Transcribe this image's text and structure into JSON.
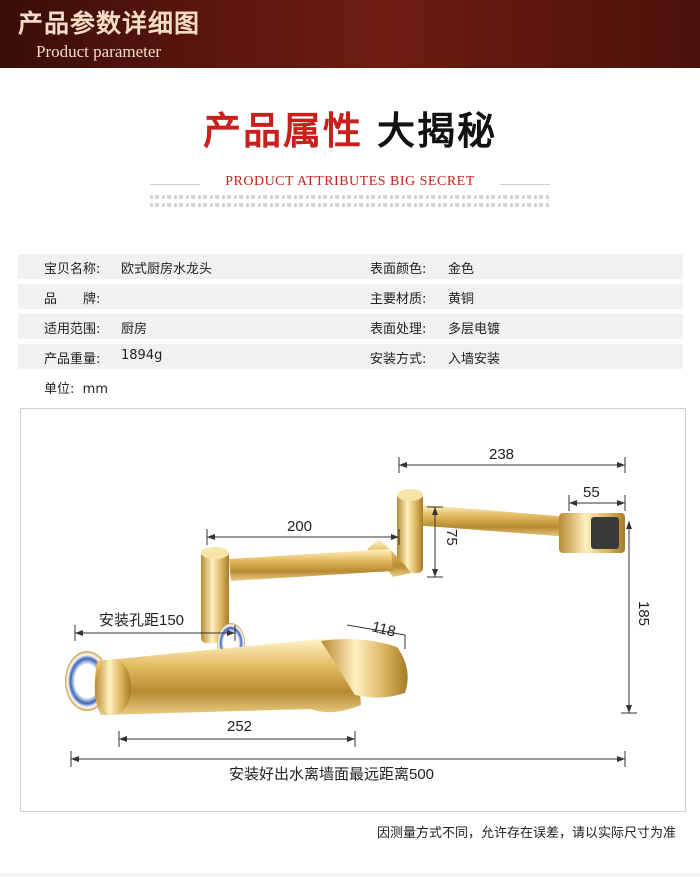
{
  "header": {
    "title_cn": "产品参数详细图",
    "title_en": "Product parameter"
  },
  "headline": {
    "red": "产品属性",
    "black": "大揭秘",
    "sub": "PRODUCT ATTRIBUTES BIG SECRET"
  },
  "params": [
    {
      "k1": "宝贝名称:",
      "v1": "欧式厨房水龙头",
      "k2": "表面颜色:",
      "v2": "金色"
    },
    {
      "k1": "品　　牌:",
      "v1": "",
      "k2": "主要材质:",
      "v2": "黄铜"
    },
    {
      "k1": "适用范围:",
      "v1": "厨房",
      "k2": "表面处理:",
      "v2": "多层电镀"
    },
    {
      "k1": "产品重量:",
      "v1": "1894g",
      "k2": "安装方式:",
      "v2": "入墙安装"
    }
  ],
  "unit": {
    "label": "单位:",
    "value": "mm"
  },
  "dimensions": {
    "d238": "238",
    "d55": "55",
    "d200": "200",
    "d75": "75",
    "d185": "185",
    "d118": "118",
    "hole": "安装孔距150",
    "d252": "252",
    "reach": "安装好出水离墙面最远距离500"
  },
  "footnote": "因测量方式不同，允许存在误差，请以实际尺寸为准",
  "colors": {
    "banner": "#5a160d",
    "accent_red": "#c8201c",
    "gold": "#d8b45a",
    "row_bg": "#f1f1f1"
  }
}
